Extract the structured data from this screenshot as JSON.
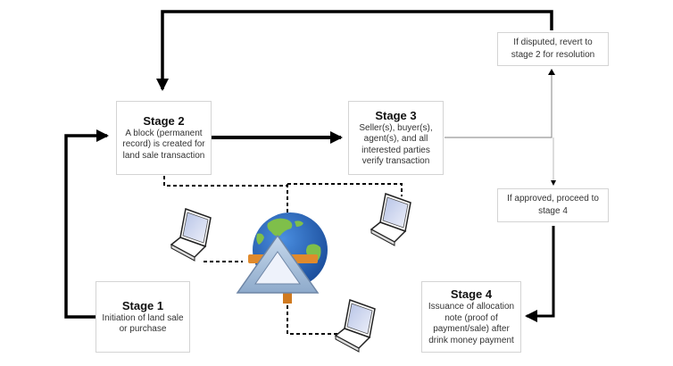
{
  "diagram": {
    "type": "flowchart",
    "topic": "blockchain land sale transaction process",
    "stages": [
      {
        "id": "stage1",
        "title": "Stage 1",
        "description": "Initiation of land sale or purchase"
      },
      {
        "id": "stage2",
        "title": "Stage 2",
        "description": "A block (permanent record) is created for land sale transaction"
      },
      {
        "id": "stage3",
        "title": "Stage 3",
        "description": "Seller(s), buyer(s), agent(s), and all interested parties verify transaction"
      },
      {
        "id": "stage4",
        "title": "Stage 4",
        "description": "Issuance of allocation note (proof of payment/sale) after drink money payment"
      }
    ],
    "decisions": [
      {
        "id": "disputed",
        "text": "If disputed, revert to stage 2 for resolution"
      },
      {
        "id": "approved",
        "text": "If approved, proceed to stage 4"
      }
    ],
    "edges": [
      {
        "from": "stage1",
        "to": "stage2",
        "style": "thick"
      },
      {
        "from": "stage2",
        "to": "stage3",
        "style": "thick"
      },
      {
        "from": "stage3",
        "to": "disputed",
        "style": "thin"
      },
      {
        "from": "stage3",
        "to": "approved",
        "style": "thin"
      },
      {
        "from": "disputed",
        "to": "stage2",
        "style": "thick"
      },
      {
        "from": "approved",
        "to": "stage4",
        "style": "thick"
      },
      {
        "from": "stage2",
        "to": "network",
        "style": "dashed"
      }
    ],
    "network": {
      "center_icon": "globe-with-blockchain-triangle",
      "nodes": [
        "laptop",
        "laptop",
        "laptop"
      ]
    }
  },
  "colors": {
    "line": "#000000",
    "thin_line": "#999999",
    "box_border": "#d4d4d4",
    "globe_ocean": "#2a6cc4",
    "globe_land": "#7fbf4a",
    "triangle": "#a9c4de",
    "bar": "#e08a2c"
  }
}
